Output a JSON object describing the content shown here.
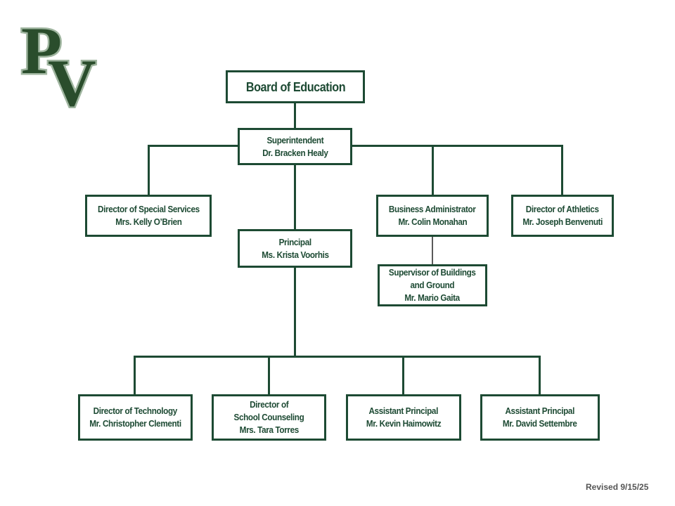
{
  "logo": {
    "text": "PV"
  },
  "board": {
    "title": "Board of Education"
  },
  "superintendent": {
    "title": "Superintendent",
    "name": "Dr. Bracken Healy"
  },
  "special_services": {
    "title": "Director of Special Services",
    "name": "Mrs. Kelly O’Brien"
  },
  "principal": {
    "title": "Principal",
    "name": "Ms. Krista Voorhis"
  },
  "business": {
    "title": "Business Administrator",
    "name": "Mr. Colin Monahan"
  },
  "athletics": {
    "title": "Director of Athletics",
    "name": "Mr. Joseph Benvenuti"
  },
  "buildings": {
    "title1": "Supervisor of Buildings",
    "title2": "and Ground",
    "name": "Mr. Mario Gaita"
  },
  "technology": {
    "title": "Director of Technology",
    "name": "Mr. Christopher Clementi"
  },
  "counseling": {
    "title1": "Director of",
    "title2": "School Counseling",
    "name": "Mrs. Tara Torres"
  },
  "ap1": {
    "title": "Assistant Principal",
    "name": "Mr. Kevin Haimowitz"
  },
  "ap2": {
    "title": "Assistant Principal",
    "name": "Mr. David Settembre"
  },
  "footer": {
    "revised": "Revised 9/15/25"
  },
  "colors": {
    "primary": "#1d4a33"
  }
}
